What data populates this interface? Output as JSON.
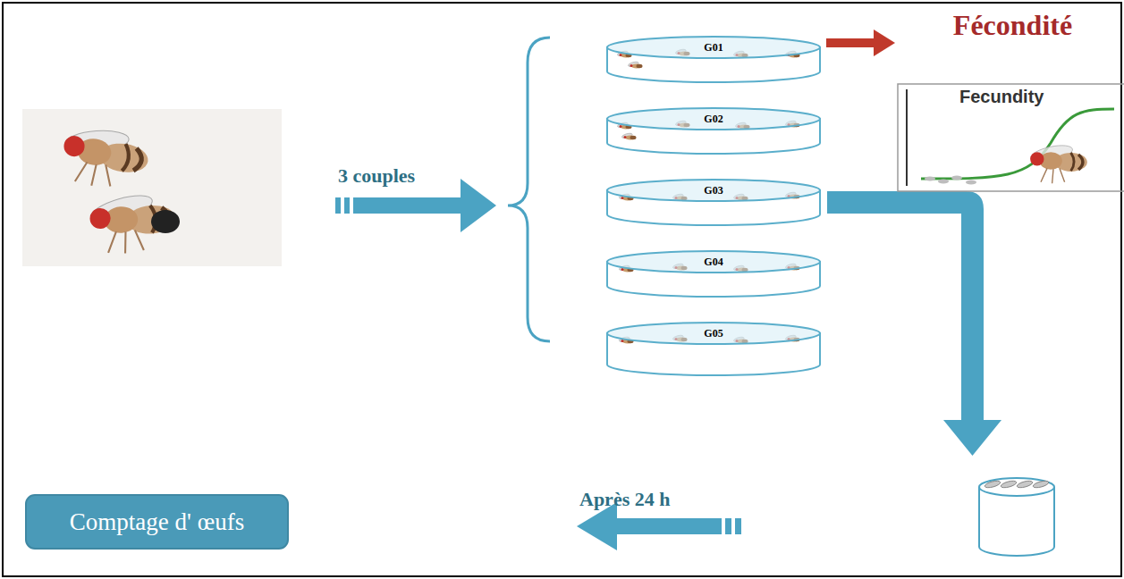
{
  "diagram": {
    "nodes": [
      {
        "text": [
          "G01"
        ]
      },
      {
        "text": [
          "G02"
        ]
      },
      {
        "text": [
          "G03"
        ]
      },
      {
        "text": [
          "G04"
        ]
      },
      {
        "text": [
          "G05"
        ]
      },
      {
        "text": [
          "Fécondité",
          "Fecundity"
        ]
      },
      {
        "text": [
          "Comptage d' œufs"
        ]
      }
    ],
    "edges": [
      {
        "from": 0,
        "to": 5,
        "arrow": "to"
      }
    ],
    "labels": [
      "3 couples",
      "Après 24 h"
    ]
  }
}
